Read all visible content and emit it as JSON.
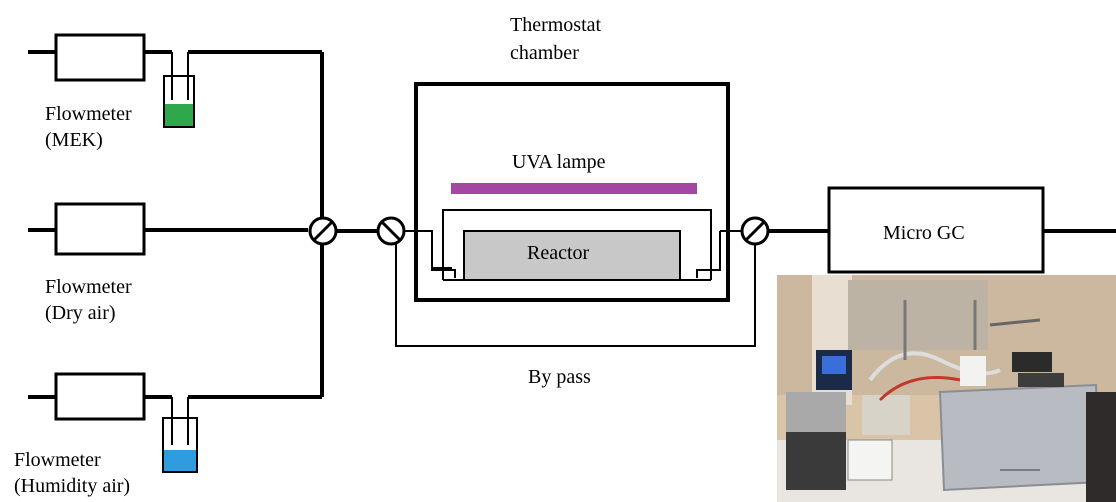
{
  "labels": {
    "thermostat_line1": "Thermostat",
    "thermostat_line2": "chamber",
    "uva_lamp": "UVA lampe",
    "reactor": "Reactor",
    "micro_gc": "Micro GC",
    "bypass": "By pass",
    "flowmeter_mek_line1": "Flowmeter",
    "flowmeter_mek_line2": "(MEK)",
    "flowmeter_dry_line1": "Flowmeter",
    "flowmeter_dry_line2": "(Dry air)",
    "flowmeter_humid_line1": "Flowmeter",
    "flowmeter_humid_line2": "(Humidity air)"
  },
  "colors": {
    "mek_liquid": "#2ea84a",
    "water_liquid": "#2f9ce0",
    "uva_lamp": "#a347a3",
    "reactor_fill": "#c8c8c8",
    "line": "#000000"
  },
  "photo": {
    "description_icon": "lab-setup-photo"
  }
}
